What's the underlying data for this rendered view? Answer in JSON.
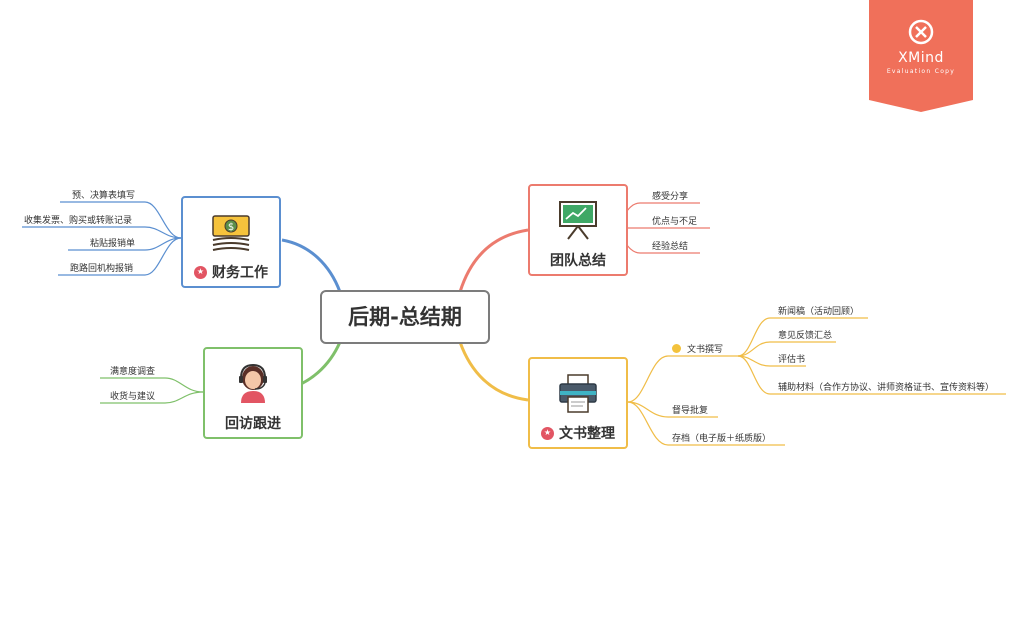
{
  "badge": {
    "brand": "XMind",
    "subtitle": "Evaluation Copy",
    "color": "#f0705a",
    "icon": "x-circle-logo-icon"
  },
  "mindmap": {
    "root": "后期-总结期",
    "branches": {
      "finance": {
        "label": "财务工作",
        "color": "#5b8fd0",
        "icon": "money-stack-icon",
        "marker": "star-marker-icon",
        "children": [
          "预、决算表填写",
          "收集发票、购买或转账记录",
          "粘贴报销单",
          "跑路回机构报销"
        ]
      },
      "team": {
        "label": "团队总结",
        "color": "#ec7b6e",
        "icon": "presentation-board-icon",
        "children": [
          "感受分享",
          "优点与不足",
          "经验总结"
        ]
      },
      "visit": {
        "label": "回访跟进",
        "color": "#7fc06a",
        "icon": "person-with-headset-icon",
        "children": [
          "满意度调查",
          "收货与建议"
        ]
      },
      "docs": {
        "label": "文书整理",
        "color": "#f0bd48",
        "icon": "printer-icon",
        "marker": "star-marker-icon",
        "children": [
          {
            "label": "文书撰写",
            "marker": "smiley-marker-icon",
            "children": [
              "新闻稿（活动回顾）",
              "意见反馈汇总",
              "评估书",
              "辅助材料（合作方协议、讲师资格证书、宣传资料等）"
            ]
          },
          {
            "label": "督导批复"
          },
          {
            "label": "存档（电子版＋纸质版）"
          }
        ]
      }
    }
  }
}
